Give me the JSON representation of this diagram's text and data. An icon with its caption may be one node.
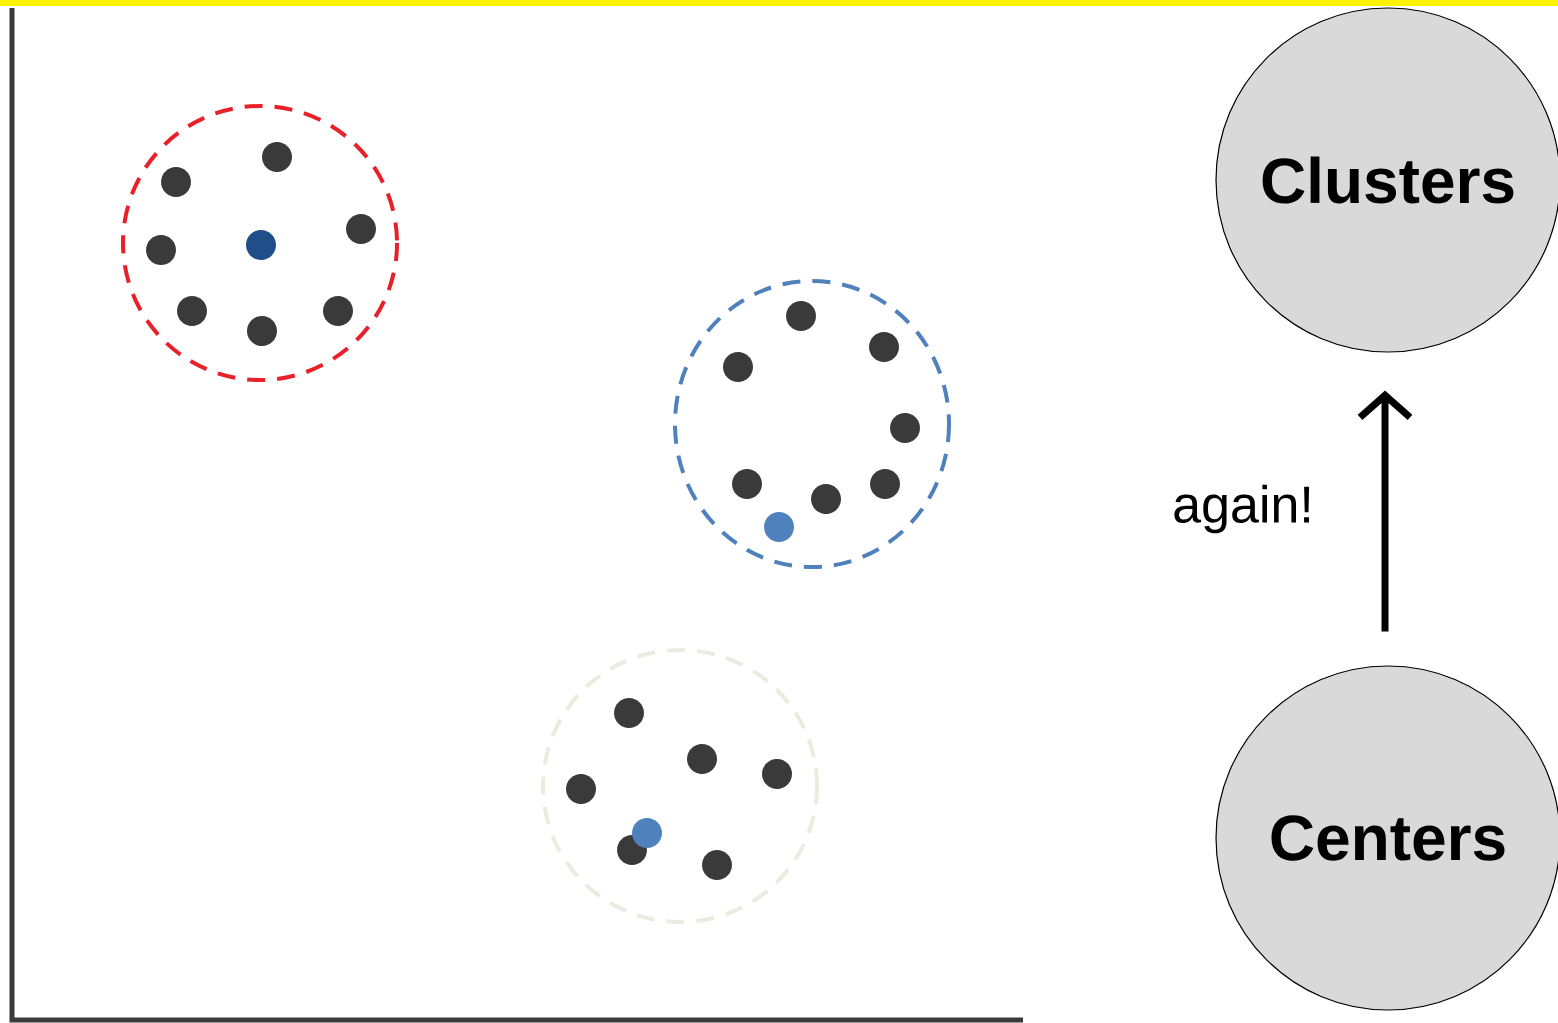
{
  "diagram": {
    "nodes": [
      {
        "text": [
          "Clusters"
        ]
      },
      {
        "text": [
          "Centers"
        ]
      }
    ],
    "edges": [
      {
        "from": 1,
        "to": 0,
        "arrow": "to",
        "label": "again!"
      }
    ]
  }
}
